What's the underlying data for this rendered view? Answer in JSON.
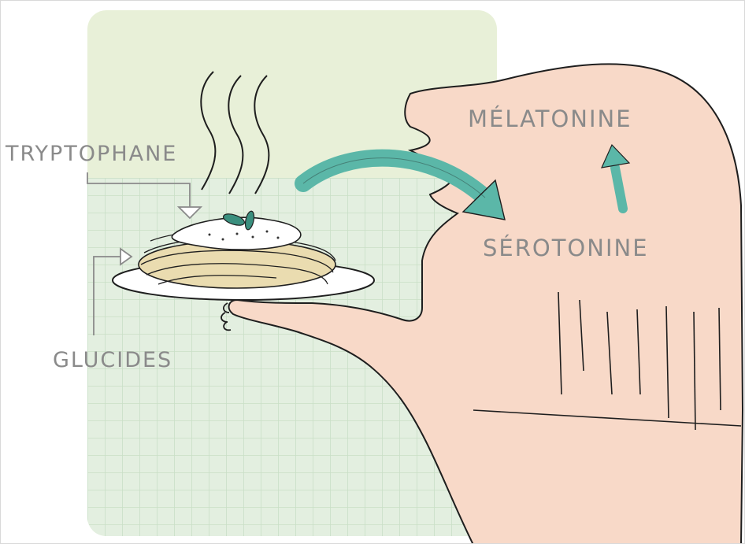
{
  "labels": {
    "tryptophane": "TRYPTOPHANE",
    "glucides": "GLUCIDES",
    "serotonine": "SÉROTONINE",
    "melatonine": "MÉLATONINE"
  },
  "colors": {
    "panel_green": "#e8f0d8",
    "grid_green": "#c9dfc6",
    "skin": "#f8d9c8",
    "arrow_teal": "#5bb7a8",
    "outline": "#1e1e1e",
    "label_gray": "#8a8a8a",
    "pasta": "#eadcb0",
    "sauce": "#ffffff",
    "leaf": "#3a8f7e"
  },
  "icons": {
    "steam": "steam-lines-icon",
    "arrow_to_brain": "curved-arrow-icon",
    "arrow_up": "up-arrow-icon",
    "plate": "pasta-plate-icon"
  }
}
